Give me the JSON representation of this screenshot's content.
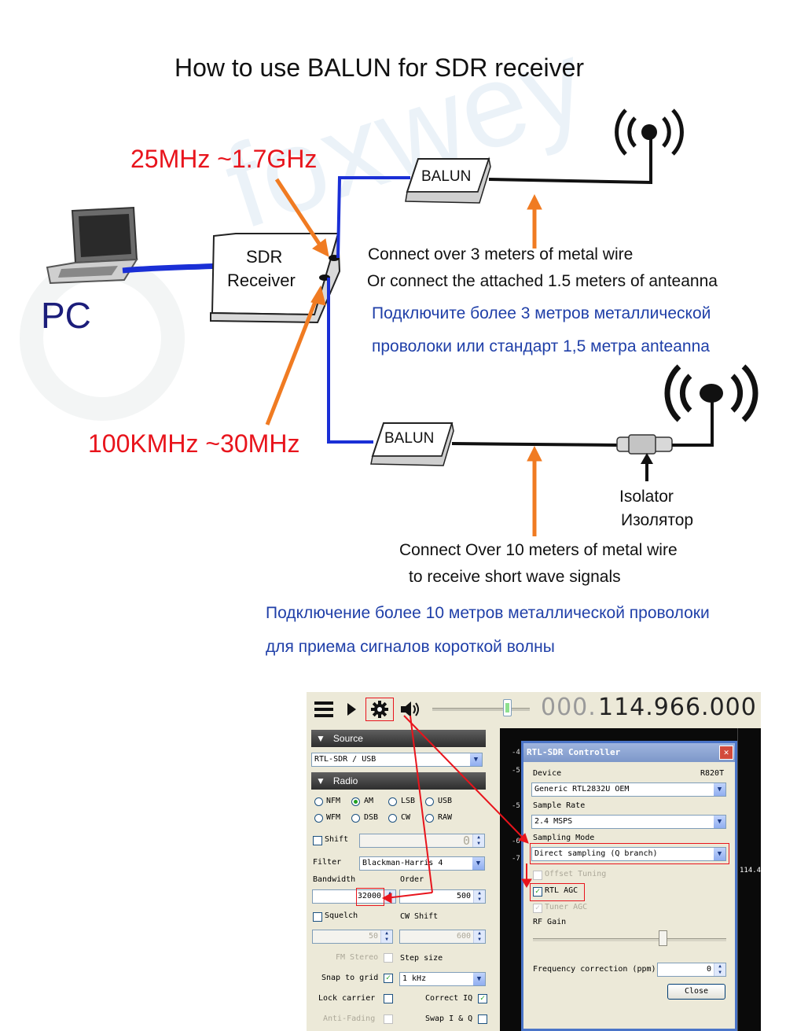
{
  "title": "How to use BALUN for SDR receiver",
  "pc_label": "PC",
  "sdr_receiver": {
    "line1": "SDR",
    "line2": "Receiver"
  },
  "balun_label": "BALUN",
  "watermark": "foxwey",
  "freq_high": "25MHz ~1.7GHz",
  "freq_low": "100KMHz ~30MHz",
  "upper_text": {
    "en1": "Connect over 3 meters of metal wire",
    "en2": "Or connect the attached 1.5 meters of anteanna",
    "ru1": "Подключите более 3 метров металлической",
    "ru2": "проволоки или стандарт 1,5 метра anteanna"
  },
  "isolator": {
    "en": "Isolator",
    "ru": "Изолятор"
  },
  "lower_text": {
    "en1": "Connect Over 10 meters of metal wire",
    "en2": "to receive short wave signals",
    "ru1": "Подключение более 10 метров металлической проволоки",
    "ru2": "для приема сигналов короткой волны"
  },
  "colors": {
    "red": "#e8141c",
    "orange": "#f07b22",
    "blue": "#1a2fd6",
    "navy": "#1b1d7a",
    "text_blue": "#1f3fa8"
  },
  "sdr_app": {
    "frequency_dim": "000.",
    "frequency_main": "114.966.000",
    "source_header": "Source",
    "source_value": "RTL-SDR / USB",
    "radio_header": "Radio",
    "modes": [
      "NFM",
      "AM",
      "LSB",
      "USB",
      "WFM",
      "DSB",
      "CW",
      "RAW"
    ],
    "selected_mode": "AM",
    "shift_label": "Shift",
    "shift_value": "0",
    "filter_label": "Filter",
    "filter_value": "Blackman-Harris 4",
    "bandwidth_label": "Bandwidth",
    "bandwidth_value": "32000",
    "order_label": "Order",
    "order_value": "500",
    "squelch_label": "Squelch",
    "cw_shift_label": "CW Shift",
    "squelch_value": "50",
    "cw_shift_value": "600",
    "fm_stereo_label": "FM Stereo",
    "step_size_label": "Step size",
    "snap_label": "Snap to grid",
    "step_value": "1 kHz",
    "lock_carrier_label": "Lock carrier",
    "correct_iq_label": "Correct IQ",
    "anti_fading_label": "Anti-Fading",
    "swap_iq_label": "Swap I & Q",
    "scale": [
      "-4",
      "-5",
      "-5",
      "-6",
      "-7"
    ],
    "spectrum_value": "114.4"
  },
  "rtl_dialog": {
    "title": "RTL-SDR Controller",
    "close_glyph": "✕",
    "device_label": "Device",
    "tuner": "R820T",
    "device_value": "Generic RTL2832U OEM",
    "sample_rate_label": "Sample Rate",
    "sample_rate_value": "2.4 MSPS",
    "sampling_mode_label": "Sampling Mode",
    "sampling_mode_value": "Direct sampling (Q branch)",
    "offset_tuning_label": "Offset Tuning",
    "rtl_agc_label": "RTL AGC",
    "tuner_agc_label": "Tuner AGC",
    "rf_gain_label": "RF Gain",
    "freq_corr_label": "Frequency correction (ppm)",
    "freq_corr_value": "0",
    "close_button": "Close"
  }
}
